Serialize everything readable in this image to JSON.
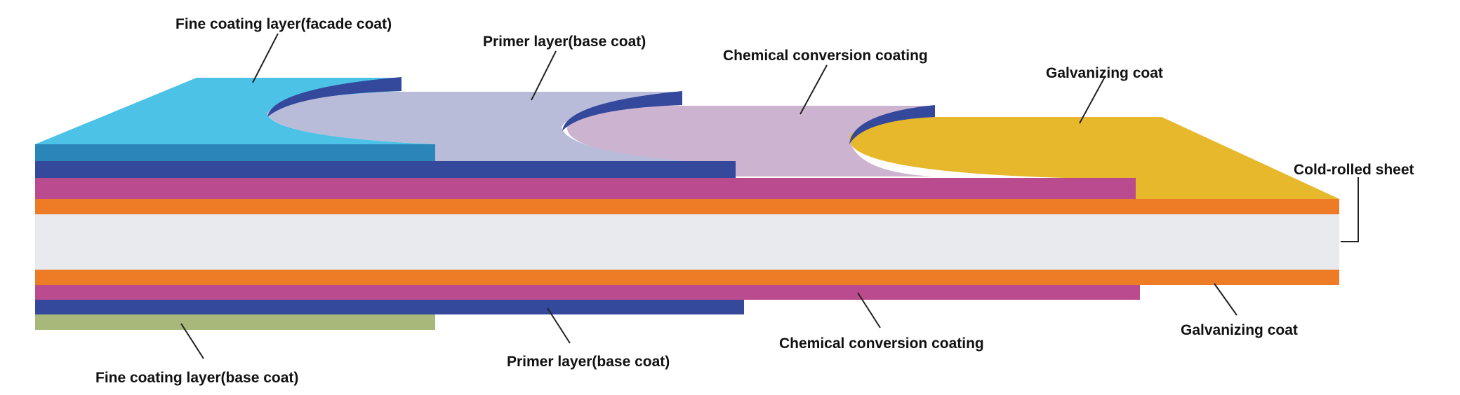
{
  "diagram": {
    "top_labels": {
      "fine_coating_facade": "Fine coating layer(facade coat)",
      "primer_top": "Primer layer(base coat)",
      "chemical_top": "Chemical conversion coating",
      "galvanizing_top": "Galvanizing coat",
      "cold_rolled": "Cold-rolled sheet"
    },
    "bottom_labels": {
      "fine_coating_base": "Fine coating layer(base coat)",
      "primer_bottom": "Primer layer(base coat)",
      "chemical_bottom": "Chemical conversion coating",
      "galvanizing_bottom": "Galvanizing coat"
    },
    "colors": {
      "fine_coating_facade": "#4bc2e6",
      "fine_coating_facade_edge": "#2a86b8",
      "primer": "#b9bcd9",
      "primer_edge": "#34489c",
      "chemical": "#ccb3cf",
      "chemical_edge": "#ba4b8e",
      "galvanizing": "#e7b82b",
      "galvanizing_edge": "#ee7c26",
      "steel_core": "#e9eaee",
      "fine_coating_base": "#a8b87a"
    }
  }
}
